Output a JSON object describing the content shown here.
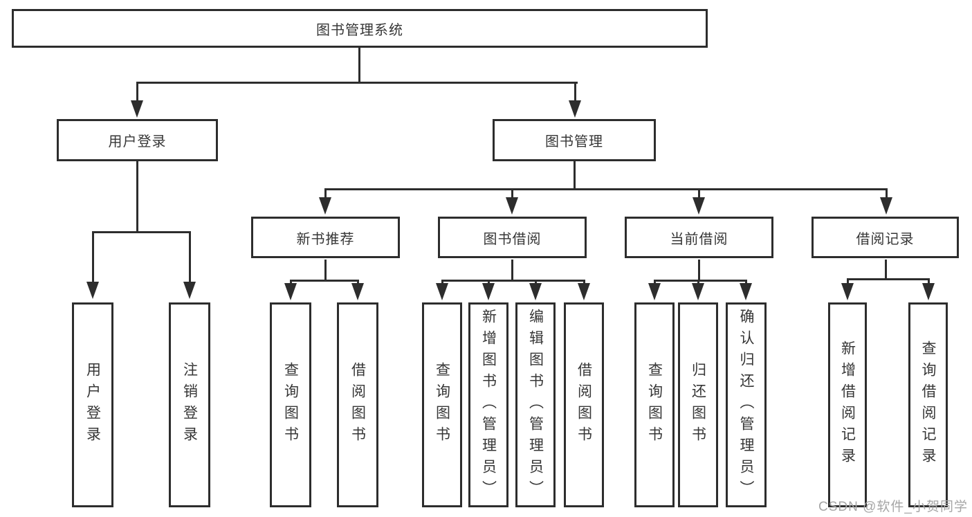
{
  "diagram": {
    "title_node": {
      "label": "图书管理系统"
    },
    "level1": [
      {
        "label": "用户登录"
      },
      {
        "label": "图书管理"
      }
    ],
    "level2": [
      {
        "label": "新书推荐"
      },
      {
        "label": "图书借阅"
      },
      {
        "label": "当前借阅"
      },
      {
        "label": "借阅记录"
      }
    ],
    "leaves": [
      {
        "label": "用户登录"
      },
      {
        "label": "注销登录"
      },
      {
        "label": "查询图书"
      },
      {
        "label": "借阅图书"
      },
      {
        "label": "查询图书"
      },
      {
        "label": "新增图书（管理员）"
      },
      {
        "label": "编辑图书（管理员）"
      },
      {
        "label": "借阅图书"
      },
      {
        "label": "查询图书"
      },
      {
        "label": "归还图书"
      },
      {
        "label": "确认归还（管理员）"
      },
      {
        "label": "新增借阅记录"
      },
      {
        "label": "查询借阅记录"
      }
    ],
    "colors": {
      "line": "#2d2d2d",
      "text": "#363636",
      "background": "#ffffff",
      "watermark": "#a6a6a6"
    }
  },
  "watermark": {
    "text": "CSDN @软件_小贺同学"
  }
}
